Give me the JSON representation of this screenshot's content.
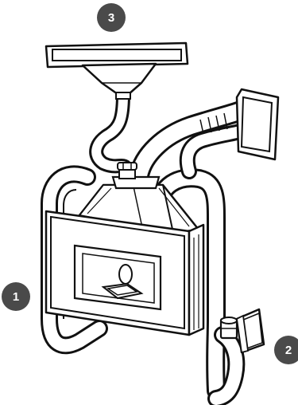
{
  "callouts": {
    "one": "1",
    "two": "2",
    "three": "3"
  },
  "colors": {
    "line": "#111111",
    "fill": "#ffffff",
    "callout_bg": "#4a4a4a",
    "callout_text": "#ffffff"
  }
}
